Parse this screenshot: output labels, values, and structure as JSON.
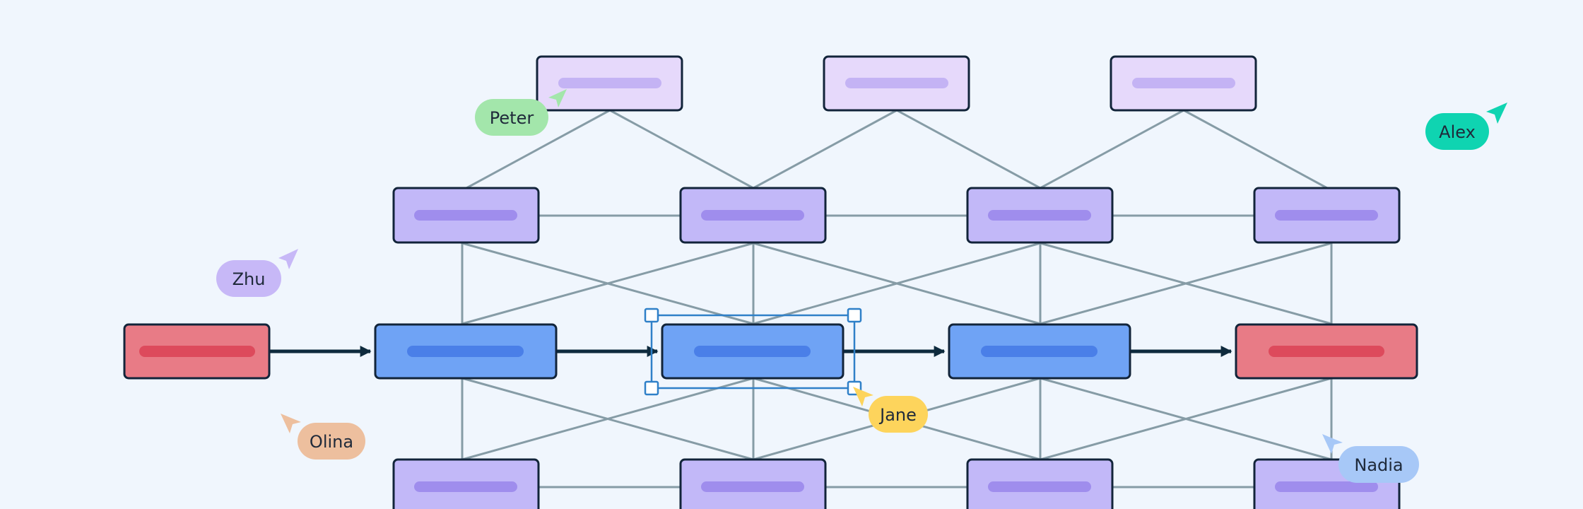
{
  "diagram": {
    "colors": {
      "background": "#f0f6fd",
      "connector": "#869ca6",
      "arrow": "#0e2a3d",
      "node_stroke": "#12243a",
      "lavender_fill": "#e6d9fb",
      "lavender_bar": "#c4b3f4",
      "purple_fill": "#c2b8f8",
      "purple_bar": "#9f8ded",
      "blue_fill": "#6fa3f5",
      "blue_bar": "#4a7fe8",
      "red_fill": "#e87b86",
      "red_bar": "#dd4a5c",
      "selection": "#2f80c8"
    },
    "collaborators": [
      {
        "id": "peter",
        "name": "Peter",
        "color": "#a3e6ab"
      },
      {
        "id": "alex",
        "name": "Alex",
        "color": "#0fd4b1"
      },
      {
        "id": "zhu",
        "name": "Zhu",
        "color": "#c7b8f7"
      },
      {
        "id": "olina",
        "name": "Olina",
        "color": "#edbf9e"
      },
      {
        "id": "jane",
        "name": "Jane",
        "color": "#fdd45c"
      },
      {
        "id": "nadia",
        "name": "Nadia",
        "color": "#a7c8f7"
      }
    ]
  }
}
